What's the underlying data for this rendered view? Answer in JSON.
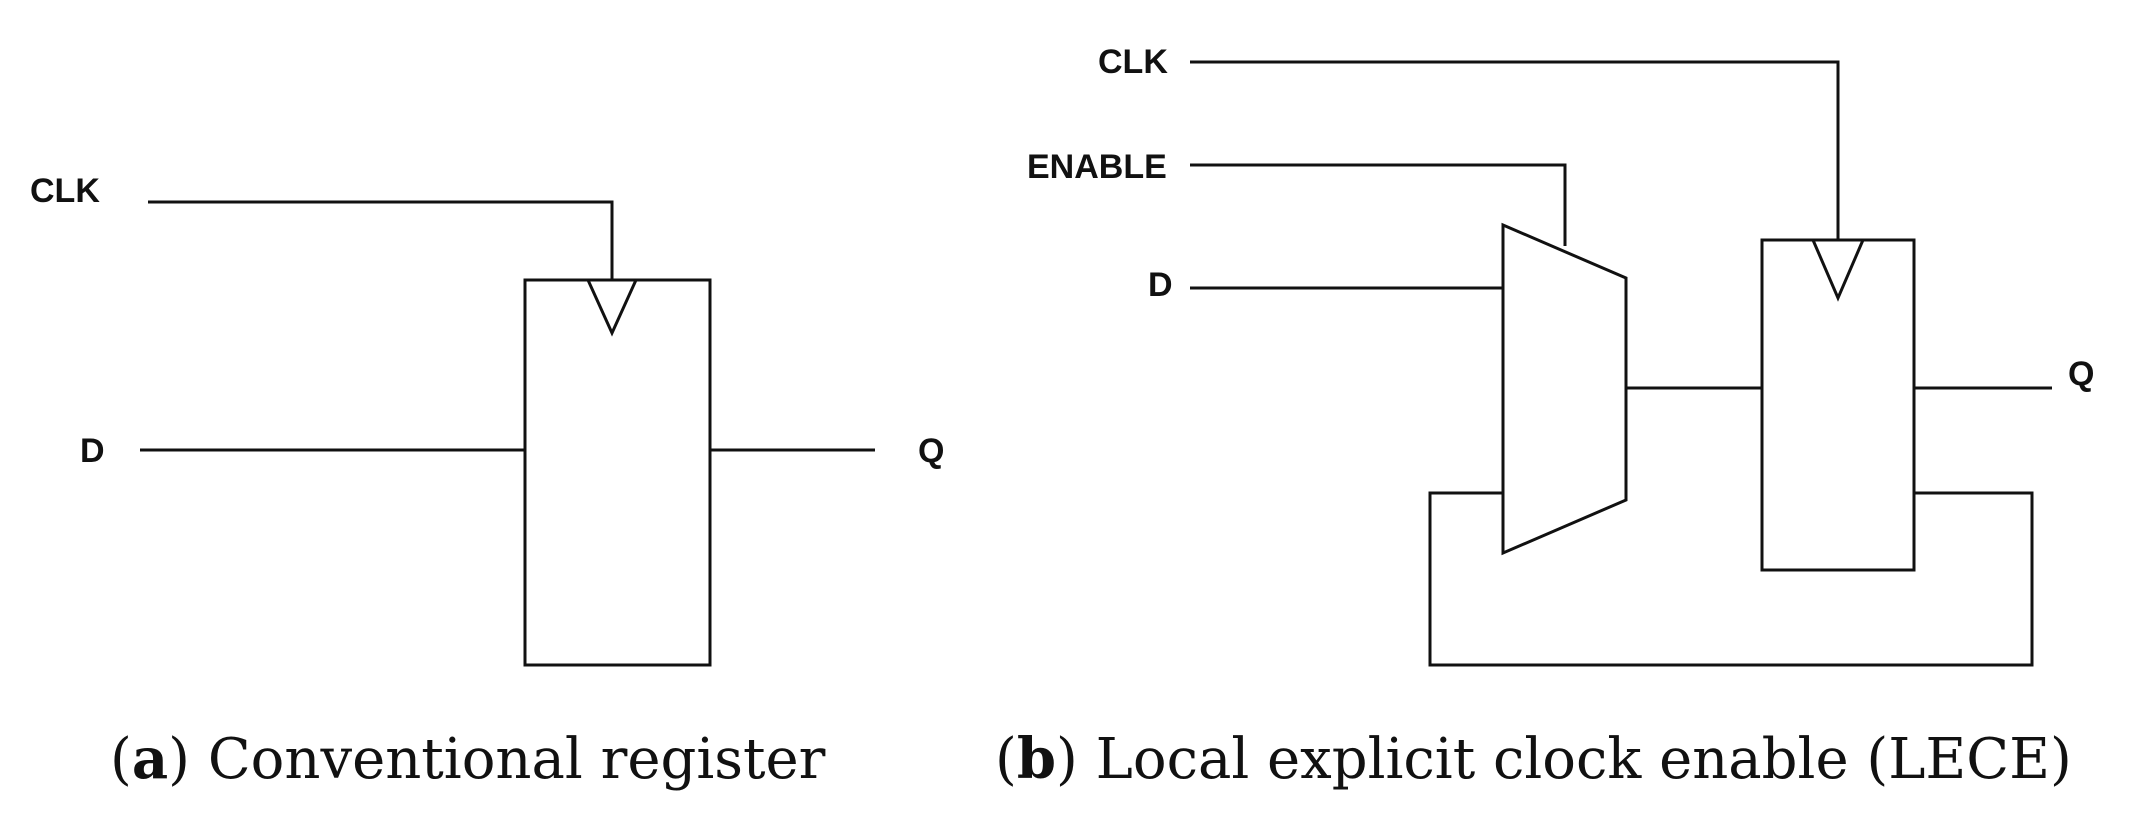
{
  "panel_a": {
    "signals": {
      "clk": "CLK",
      "d": "D",
      "q": "Q"
    },
    "caption": {
      "letter": "a",
      "text": "Conventional register"
    }
  },
  "panel_b": {
    "signals": {
      "clk": "CLK",
      "enable": "ENABLE",
      "d": "D",
      "q": "Q"
    },
    "caption": {
      "letter": "b",
      "text": "Local explicit clock enable (LECE)"
    }
  }
}
